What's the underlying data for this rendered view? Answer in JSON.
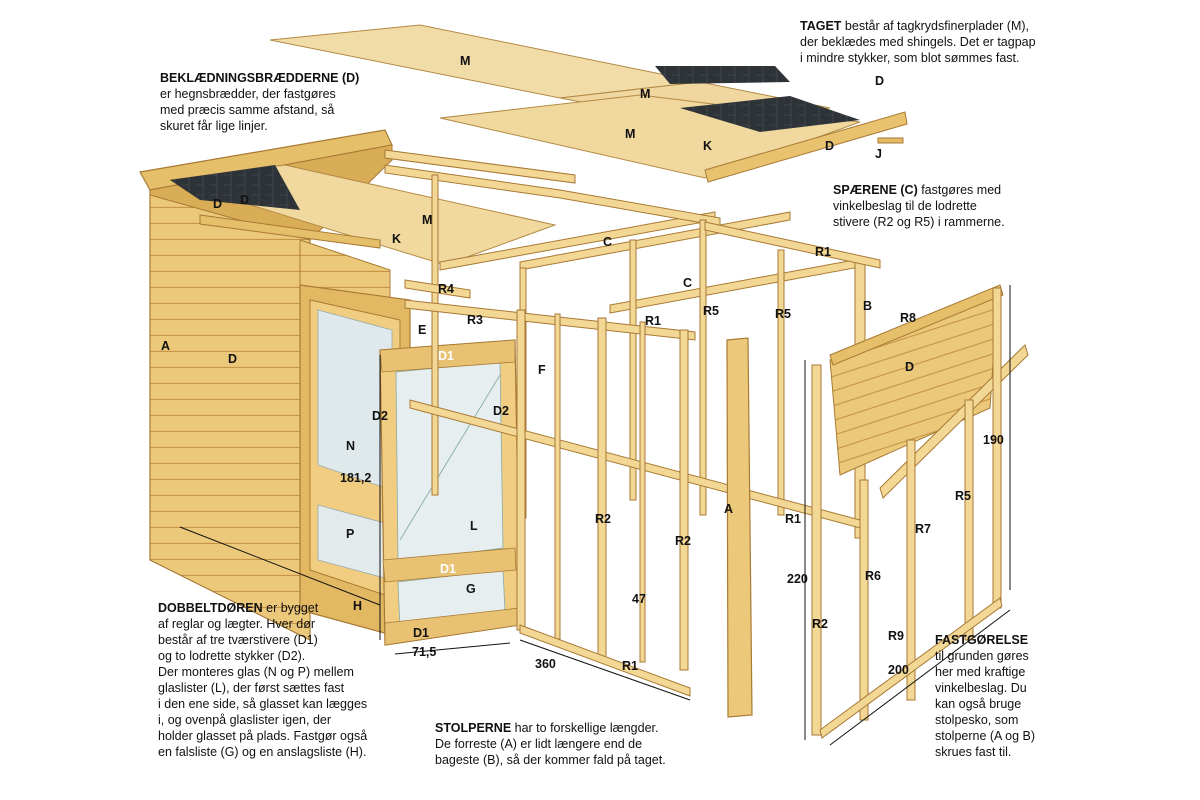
{
  "colors": {
    "wood_light": "#f2d795",
    "wood_mid": "#e6bf6a",
    "wood_dark": "#b8863a",
    "plywood": "#f1dca8",
    "shingle": "#2e3338",
    "glass": "#dfe8ea",
    "text": "#111111"
  },
  "notes": {
    "roof": {
      "lines": [
        "TAGET består af tagkrydsfinerplader (M),",
        "der beklædes med shingels. Det er tagpap",
        "i mindre stykker, som blot sømmes fast."
      ]
    },
    "cladding": {
      "lines": [
        "BEKLÆDNINGSBRÆDDERNE (D)",
        "er hegnsbrædder, der fastgøres",
        "med præcis samme afstand, så",
        "skuret får lige linjer."
      ]
    },
    "rafters": {
      "lines": [
        "SPÆRENE (C) fastgøres med",
        "vinkelbeslag til de lodrette",
        "stivere (R2 og R5) i rammerne."
      ]
    },
    "door": {
      "lines": [
        "DOBBELTDØREN er bygget",
        "af reglar og lægter. Hver dør",
        "består af tre tværstivere (D1)",
        "og to lodrette stykker (D2).",
        "Der monteres glas (N og P) mellem",
        "glaslister (L), der først sættes fast",
        "i den ene side, så glasset kan lægges",
        "i, og ovenpå glaslister igen, der",
        "holder glasset på plads. Fastgør også",
        "en falsliste (G) og en anslagsliste (H)."
      ]
    },
    "posts": {
      "lines": [
        "STOLPERNE har to forskellige længder.",
        "De forreste (A) er lidt længere end de",
        "bageste (B), så der kommer fald på taget."
      ]
    },
    "fixing": {
      "lines": [
        "FASTGØRELSE",
        "til grunden gøres",
        "her med kraftige",
        "vinkelbeslag. Du",
        "kan også bruge",
        "stolpesko, som",
        "stolperne (A og B)",
        "skrues fast til."
      ]
    }
  },
  "labels": {
    "M": "M",
    "K": "K",
    "J": "J",
    "D": "D",
    "C": "C",
    "A": "A",
    "B": "B",
    "R1": "R1",
    "R2": "R2",
    "R3": "R3",
    "R4": "R4",
    "R5": "R5",
    "R6": "R6",
    "R7": "R7",
    "R8": "R8",
    "R9": "R9",
    "D1": "D1",
    "D2": "D2",
    "E": "E",
    "F": "F",
    "G": "G",
    "H": "H",
    "L": "L",
    "N": "N",
    "P": "P"
  },
  "dimensions": {
    "door_height": "181,2",
    "door_width": "71,5",
    "length": "360",
    "panel_47": "47",
    "height_220": "220",
    "height_190": "190",
    "depth_200": "200"
  }
}
